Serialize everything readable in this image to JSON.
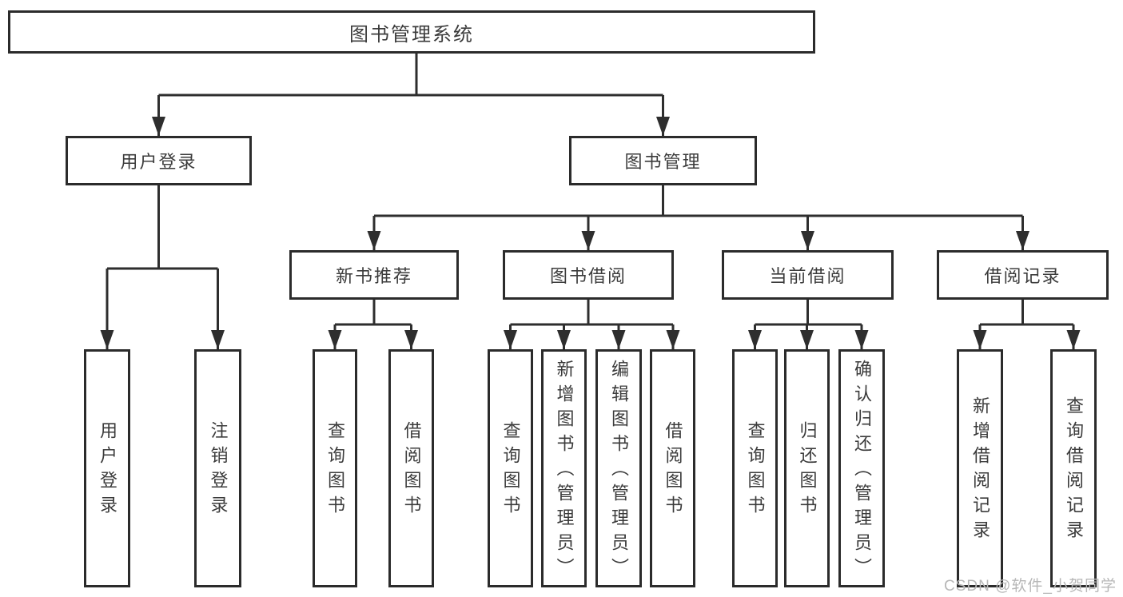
{
  "diagram": {
    "root": {
      "label": "图书管理系统"
    },
    "level2": [
      {
        "label": "用户登录"
      },
      {
        "label": "图书管理"
      }
    ],
    "level3": [
      {
        "label": "新书推荐"
      },
      {
        "label": "图书借阅"
      },
      {
        "label": "当前借阅"
      },
      {
        "label": "借阅记录"
      }
    ],
    "leaves": [
      {
        "label": "用户登录",
        "parent": "用户登录"
      },
      {
        "label": "注销登录",
        "parent": "用户登录"
      },
      {
        "label": "查询图书",
        "parent": "新书推荐"
      },
      {
        "label": "借阅图书",
        "parent": "新书推荐"
      },
      {
        "label": "查询图书",
        "parent": "图书借阅"
      },
      {
        "label": "新增图书（管理员）",
        "parent": "图书借阅"
      },
      {
        "label": "编辑图书（管理员）",
        "parent": "图书借阅"
      },
      {
        "label": "借阅图书",
        "parent": "图书借阅"
      },
      {
        "label": "查询图书",
        "parent": "当前借阅"
      },
      {
        "label": "归还图书",
        "parent": "当前借阅"
      },
      {
        "label": "确认归还（管理员）",
        "parent": "当前借阅"
      },
      {
        "label": "新增借阅记录",
        "parent": "借阅记录"
      },
      {
        "label": "查询借阅记录",
        "parent": "借阅记录"
      }
    ]
  },
  "watermark": {
    "text": "CSDN @软件_小贺同学"
  },
  "colors": {
    "line": "#2e2e2e",
    "border": "#2b2b2b",
    "text": "#3b3b3b",
    "watermark": "#b7b7b7",
    "bg": "#ffffff"
  }
}
